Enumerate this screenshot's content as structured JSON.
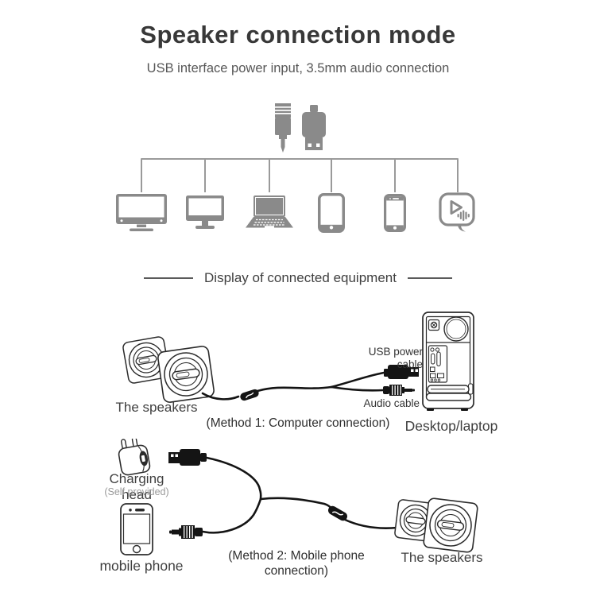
{
  "header": {
    "title": "Speaker connection mode",
    "subtitle": "USB interface power input, 3.5mm audio connection"
  },
  "connectors": {
    "audio_jack_icon": "3.5mm-audio-plug-icon",
    "usb_plug_icon": "usb-plug-icon"
  },
  "compatible_devices": [
    "tv-icon",
    "monitor-icon",
    "laptop-icon",
    "tablet-icon",
    "smartphone-icon",
    "media-player-icon"
  ],
  "section": {
    "title": "Display of connected equipment"
  },
  "method1": {
    "speakers_label": "The speakers",
    "usb_cable_label": "USB power cable",
    "audio_cable_label": "Audio cable",
    "caption": "(Method 1: Computer connection)",
    "computer_label": "Desktop/laptop"
  },
  "method2": {
    "charger_label": "Charging head",
    "charger_note": "(Self provided)",
    "phone_label": "mobile phone",
    "caption": "(Method 2: Mobile phone connection)",
    "speakers_label": "The speakers"
  },
  "colors": {
    "icon_gray": "#8a8a8a",
    "tree_line_gray": "#9a9a9a",
    "line_art_dark": "#2b2b2b",
    "cable_black": "#141414",
    "title_text": "#383838",
    "label_text": "#3f3f3f",
    "note_text": "#9a9a9a",
    "background": "#ffffff"
  }
}
